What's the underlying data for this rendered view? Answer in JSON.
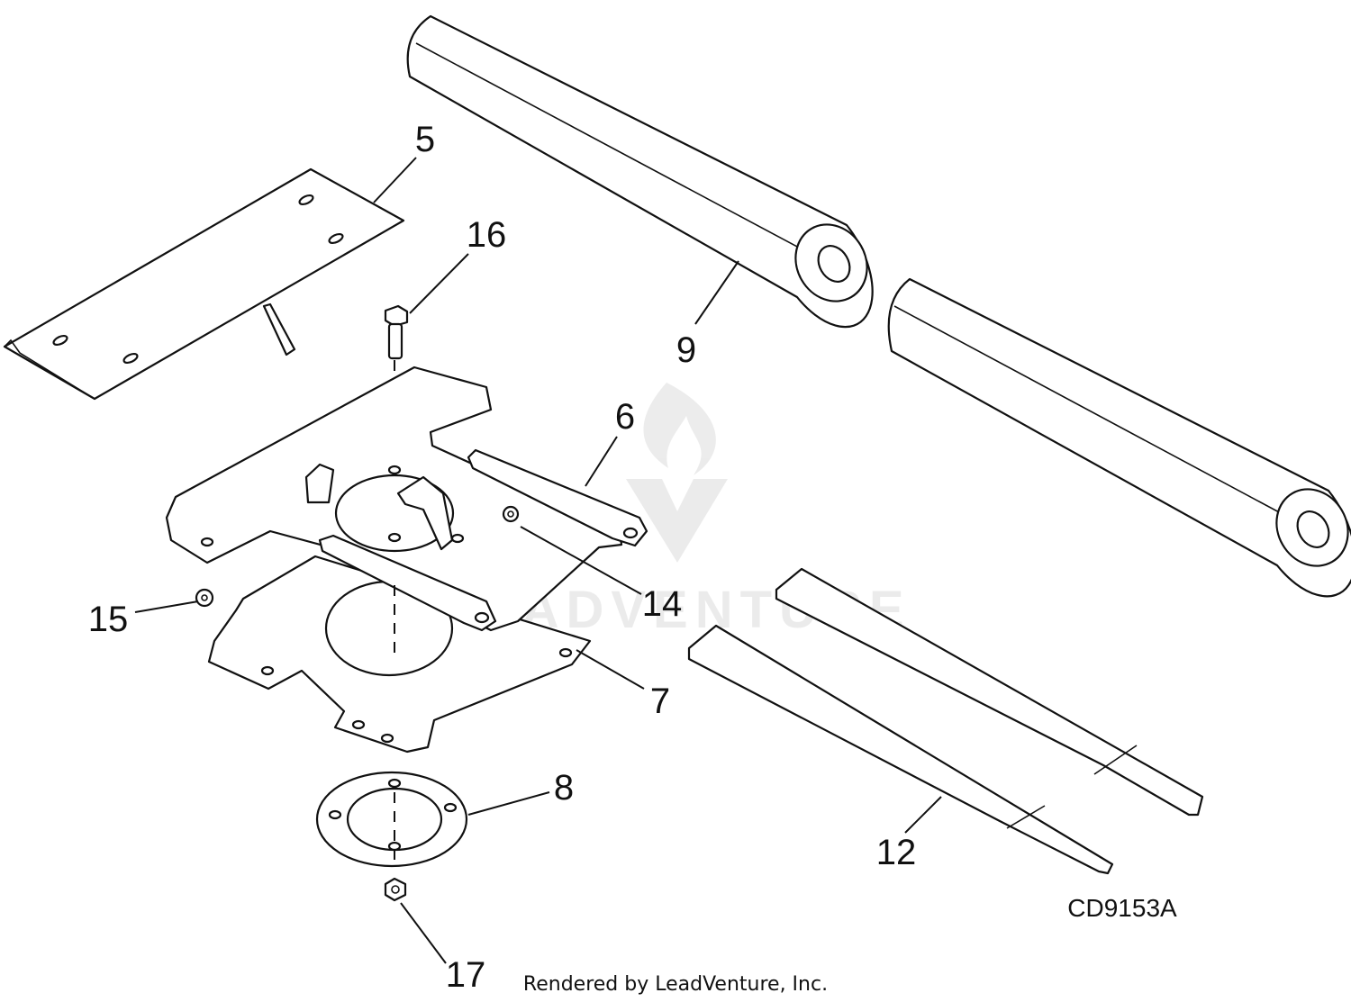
{
  "diagram": {
    "callouts": [
      {
        "id": "5",
        "label": "5"
      },
      {
        "id": "16",
        "label": "16"
      },
      {
        "id": "9",
        "label": "9"
      },
      {
        "id": "6",
        "label": "6"
      },
      {
        "id": "14",
        "label": "14"
      },
      {
        "id": "15",
        "label": "15"
      },
      {
        "id": "7",
        "label": "7"
      },
      {
        "id": "8",
        "label": "8"
      },
      {
        "id": "12",
        "label": "12"
      },
      {
        "id": "17",
        "label": "17"
      }
    ],
    "drawing_code": "CD9153A",
    "footer_text": "Rendered by LeadVenture, Inc.",
    "watermark_text": "LEADVENTURE"
  },
  "colors": {
    "line": "#111111",
    "watermark": "#dcdcdc"
  }
}
